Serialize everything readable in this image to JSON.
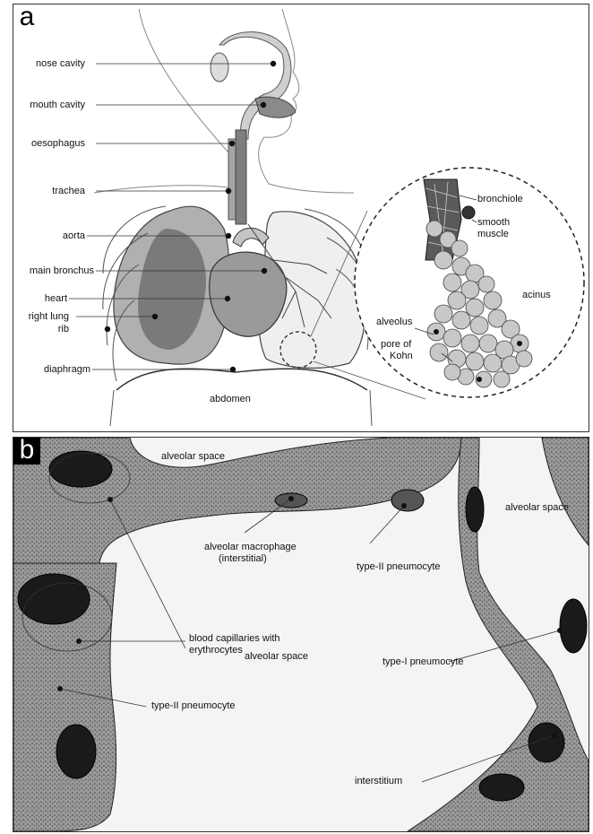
{
  "panel_a": {
    "letter": "a",
    "labels": {
      "nose_cavity": "nose cavity",
      "mouth_cavity": "mouth cavity",
      "oesophagus": "oesophagus",
      "trachea": "trachea",
      "aorta": "aorta",
      "main_bronchus": "main bronchus",
      "heart": "heart",
      "right_lung": "right lung",
      "rib": "rib",
      "diaphragm": "diaphragm",
      "abdomen": "abdomen",
      "bronchiole": "bronchiole",
      "smooth_muscle_1": "smooth",
      "smooth_muscle_2": "muscle",
      "acinus": "acinus",
      "alveolus": "alveolus",
      "pore_of_kohn_1": "pore of",
      "pore_of_kohn_2": "Kohn"
    }
  },
  "panel_b": {
    "letter": "b",
    "labels": {
      "alveolar_space_top": "alveolar space",
      "alveolar_space_right": "alveolar space",
      "alveolar_space_center": "alveolar space",
      "macrophage_1": "alveolar macrophage",
      "macrophage_2": "(interstitial)",
      "type2_pneumocyte_top": "type-II pneumocyte",
      "capillaries_1": "blood capillaries with",
      "capillaries_2": "erythrocytes",
      "type1_pneumocyte": "type-I pneumocyte",
      "type2_pneumocyte_bottom": "type-II pneumocyte",
      "interstitium": "interstitium"
    }
  },
  "colors": {
    "lung_fill": "#b0b0b0",
    "lung_dark": "#7a7a7a",
    "heart_fill": "#9a9a9a",
    "tissue": "#8c8c8c",
    "nucleus": "#1a1a1a",
    "alveolus": "#c8c8c8"
  }
}
